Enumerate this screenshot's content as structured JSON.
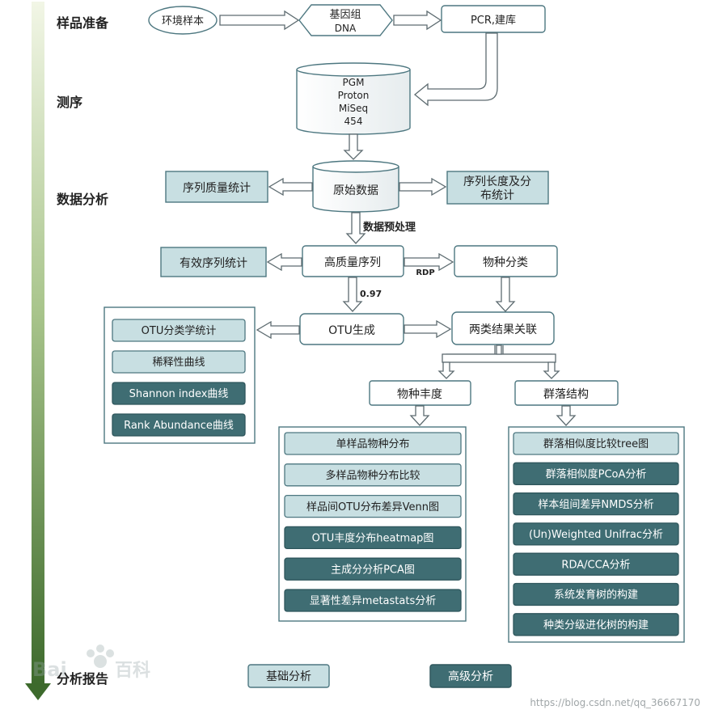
{
  "colors": {
    "light_fill": "#c8dfe2",
    "dark_fill": "#3f6d73",
    "border": "#4d7780",
    "arrow_stroke": "#5d6b70",
    "timeline_top": "#f2f6e6",
    "timeline_bottom": "#3d6a2c"
  },
  "stages": {
    "sample_prep": "样品准备",
    "sequencing": "测序",
    "data_analysis": "数据分析",
    "report": "分析报告"
  },
  "nodes": {
    "env_sample": "环境样本",
    "genomic_dna_line1": "基因组",
    "genomic_dna_line2": "DNA",
    "pcr_library": "PCR,建库",
    "platforms": [
      "PGM",
      "Proton",
      "MiSeq",
      "454"
    ],
    "raw_data": "原始数据",
    "seq_quality": "序列质量统计",
    "length_dist_line1": "序列长度及分",
    "length_dist_line2": "布统计",
    "preprocess": "数据预处理",
    "high_quality": "高质量序列",
    "valid_seq_stats": "有效序列统计",
    "rdp": "RDP",
    "taxonomy": "物种分类",
    "identity": "0.97",
    "otu_gen": "OTU生成",
    "combine": "两类结果关联",
    "abundance": "物种丰度",
    "community": "群落结构"
  },
  "otu_panel": [
    {
      "label": "OTU分类学统计",
      "level": "basic"
    },
    {
      "label": "稀释性曲线",
      "level": "basic"
    },
    {
      "label": "Shannon index曲线",
      "level": "advanced"
    },
    {
      "label": "Rank Abundance曲线",
      "level": "advanced"
    }
  ],
  "abundance_panel": [
    {
      "label": "单样品物种分布",
      "level": "basic"
    },
    {
      "label": "多样品物种分布比较",
      "level": "basic"
    },
    {
      "label": "样品间OTU分布差异Venn图",
      "level": "basic"
    },
    {
      "label": "OTU丰度分布heatmap图",
      "level": "advanced"
    },
    {
      "label": "主成分分析PCA图",
      "level": "advanced"
    },
    {
      "label": "显著性差异metastats分析",
      "level": "advanced"
    }
  ],
  "community_panel": [
    {
      "label": "群落相似度比较tree图",
      "level": "basic"
    },
    {
      "label": "群落相似度PCoA分析",
      "level": "advanced"
    },
    {
      "label": "样本组间差异NMDS分析",
      "level": "advanced"
    },
    {
      "label": "(Un)Weighted Unifrac分析",
      "level": "advanced"
    },
    {
      "label": "RDA/CCA分析",
      "level": "advanced"
    },
    {
      "label": "系统发育树的构建",
      "level": "advanced"
    },
    {
      "label": "种类分级进化树的构建",
      "level": "advanced"
    }
  ],
  "legend": {
    "basic": "基础分析",
    "advanced": "高级分析"
  },
  "watermarks": {
    "baidu": "Bai",
    "baidu_cn": "百科",
    "url": "https://blog.csdn.net/qq_36667170"
  }
}
